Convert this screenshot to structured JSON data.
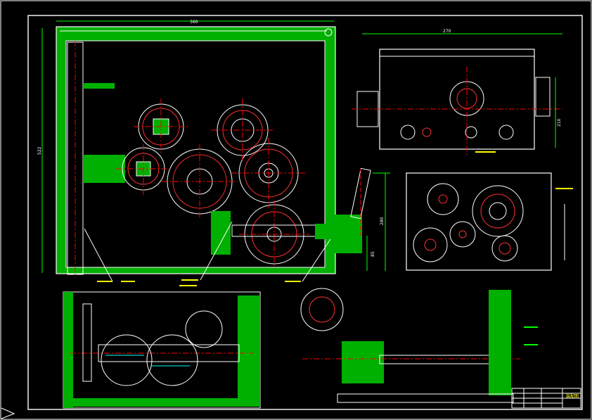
{
  "dimensions": {
    "top_width": "360",
    "left_height": "522",
    "side_view_width": "270",
    "side_view_height": "210",
    "gear_box_height": "280",
    "small_offset": "85"
  },
  "colors": {
    "background": "#000000",
    "outline": "#ffffff",
    "hatch": "#00c000",
    "centerline": "#ff0000",
    "dimension": "#00ff00",
    "leader": "#ffff00",
    "accent": "#00ffff",
    "gear_body": "#ff5050"
  },
  "title_block": {
    "name_cell": "装配图"
  }
}
